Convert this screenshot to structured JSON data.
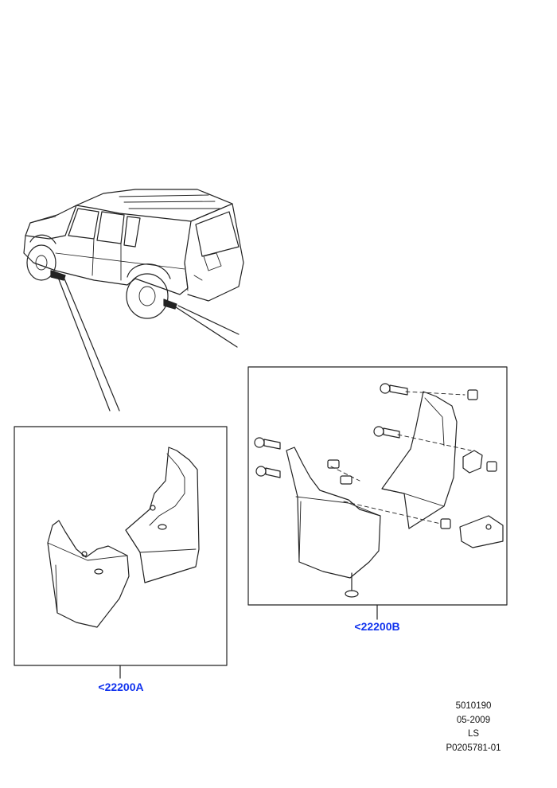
{
  "colors": {
    "link": "#1133ee",
    "line": "#222222",
    "text": "#111111",
    "background": "#ffffff"
  },
  "icons": [
    "vehicle-illustration",
    "rear-mudflap-pair-illustration",
    "mudflap-fitting-kit-illustration"
  ],
  "callouts": {
    "kit_a": "<22200A",
    "kit_b": "<22200B"
  },
  "footer": {
    "code": "5010190",
    "date": "05-2009",
    "series": "LS",
    "plate": "P0205781-01"
  }
}
